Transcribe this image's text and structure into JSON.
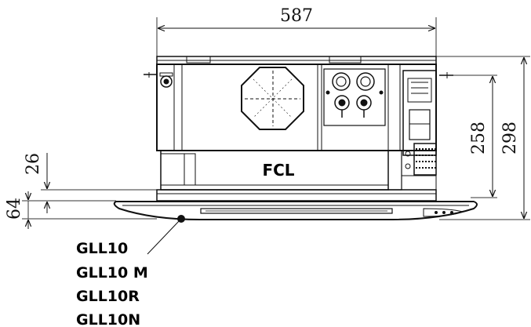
{
  "dimensions": {
    "overall_width": "587",
    "total_height": "298",
    "unit_height": "258",
    "panel_offset": "26",
    "panel_height": "64"
  },
  "unit_label": "FCL",
  "model_labels": [
    "GLL10",
    "GLL10 M",
    "GLL10R",
    "GLL10N"
  ]
}
